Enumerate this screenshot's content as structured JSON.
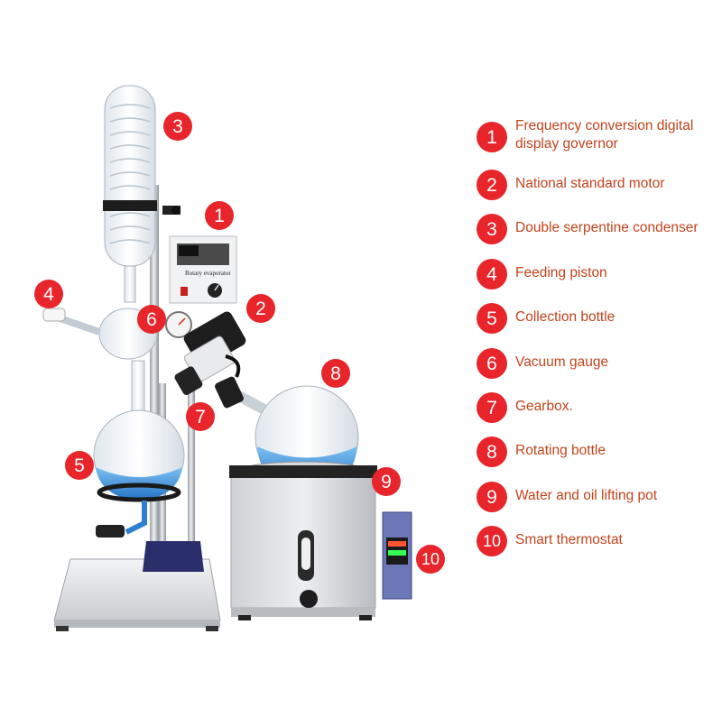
{
  "legend": [
    {
      "number": "1",
      "label": "Frequency conversion digital display governor"
    },
    {
      "number": "2",
      "label": "National standard motor"
    },
    {
      "number": "3",
      "label": "Double serpentine condenser"
    },
    {
      "number": "4",
      "label": "Feeding piston"
    },
    {
      "number": "5",
      "label": "Collection bottle"
    },
    {
      "number": "6",
      "label": "Vacuum gauge"
    },
    {
      "number": "7",
      "label": "Gearbox."
    },
    {
      "number": "8",
      "label": "Rotating bottle"
    },
    {
      "number": "9",
      "label": "Water and oil lifting pot"
    },
    {
      "number": "10",
      "label": "Smart thermostat"
    }
  ],
  "device": {
    "panel_label": "Rotary evaporator"
  },
  "colors": {
    "badge": "#e8252b",
    "legend_text": "#c4431c",
    "liquid": "#3d8fd8"
  }
}
